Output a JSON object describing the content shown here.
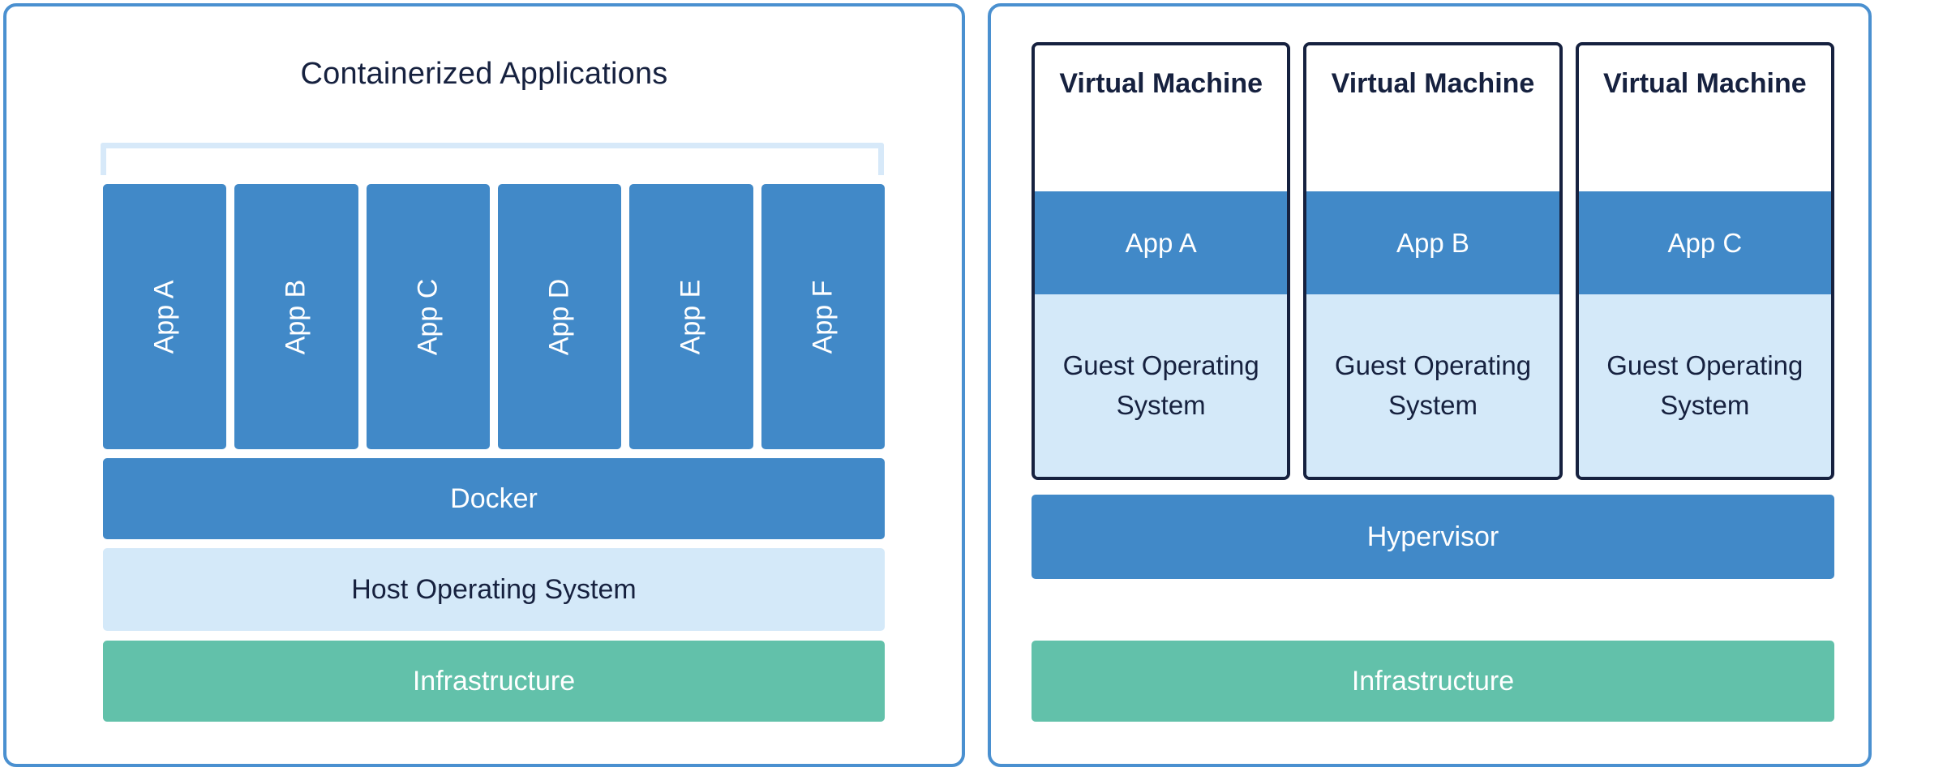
{
  "colors": {
    "panel_border": "#4a90d0",
    "app_blue": "#4189c8",
    "light_blue": "#d4e9f9",
    "bracket_blue": "#d7e9f9",
    "infra_green": "#62c1aa",
    "text_navy": "#16213f",
    "vm_border": "#16213f",
    "white": "#ffffff"
  },
  "containers_panel": {
    "title": "Containerized Applications",
    "apps": [
      {
        "label": "App A"
      },
      {
        "label": "App B"
      },
      {
        "label": "App C"
      },
      {
        "label": "App D"
      },
      {
        "label": "App E"
      },
      {
        "label": "App F"
      }
    ],
    "layers": [
      {
        "label": "Docker"
      },
      {
        "label": "Host Operating System"
      },
      {
        "label": "Infrastructure"
      }
    ]
  },
  "vms_panel": {
    "vms": [
      {
        "title": "Virtual Machine",
        "app": "App A",
        "guest_os": "Guest Operating System"
      },
      {
        "title": "Virtual Machine",
        "app": "App B",
        "guest_os": "Guest Operating System"
      },
      {
        "title": "Virtual Machine",
        "app": "App C",
        "guest_os": "Guest Operating System"
      }
    ],
    "layers": [
      {
        "label": "Hypervisor"
      },
      {
        "label": "Infrastructure"
      }
    ]
  }
}
